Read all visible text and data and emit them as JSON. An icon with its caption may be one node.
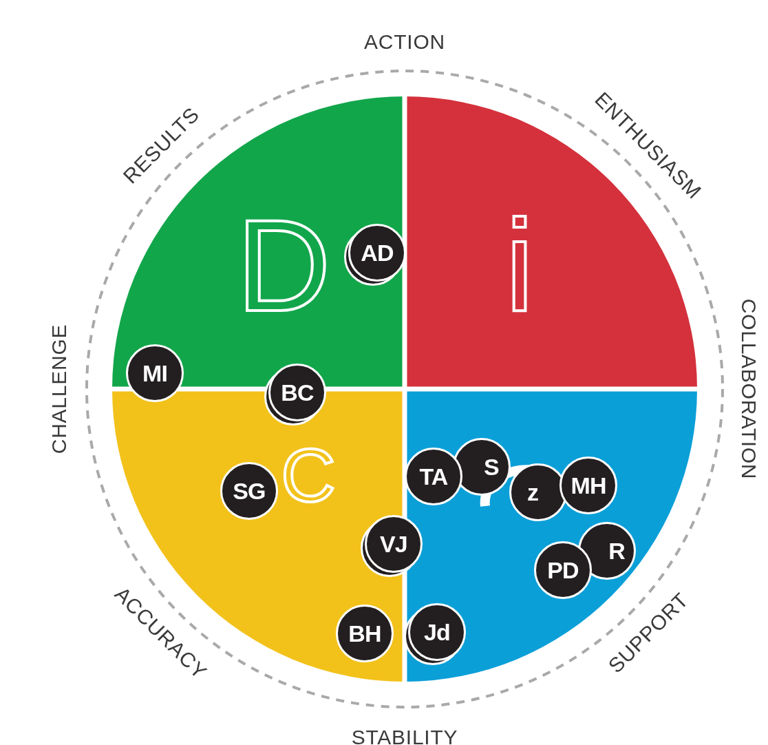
{
  "diagram": {
    "nodes": [
      {
        "text": [
          "AD"
        ]
      },
      {
        "text": [
          "MI"
        ]
      },
      {
        "text": [
          "BC"
        ]
      },
      {
        "text": [
          "SG"
        ]
      },
      {
        "text": [
          "S"
        ]
      },
      {
        "text": [
          "TA"
        ]
      },
      {
        "text": [
          "z"
        ]
      },
      {
        "text": [
          "MH"
        ]
      },
      {
        "text": [
          "VJ"
        ]
      },
      {
        "text": [
          "R"
        ]
      },
      {
        "text": [
          "PD"
        ]
      },
      {
        "text": [
          "BH"
        ]
      },
      {
        "text": [
          "Jd"
        ]
      }
    ],
    "labels": [
      "ACTION",
      "ENTHUSIASM",
      "COLLABORATION",
      "SUPPORT",
      "STABILITY",
      "ACCURACY",
      "CHALLENGE",
      "RESULTS",
      "D",
      "i",
      "C"
    ]
  }
}
